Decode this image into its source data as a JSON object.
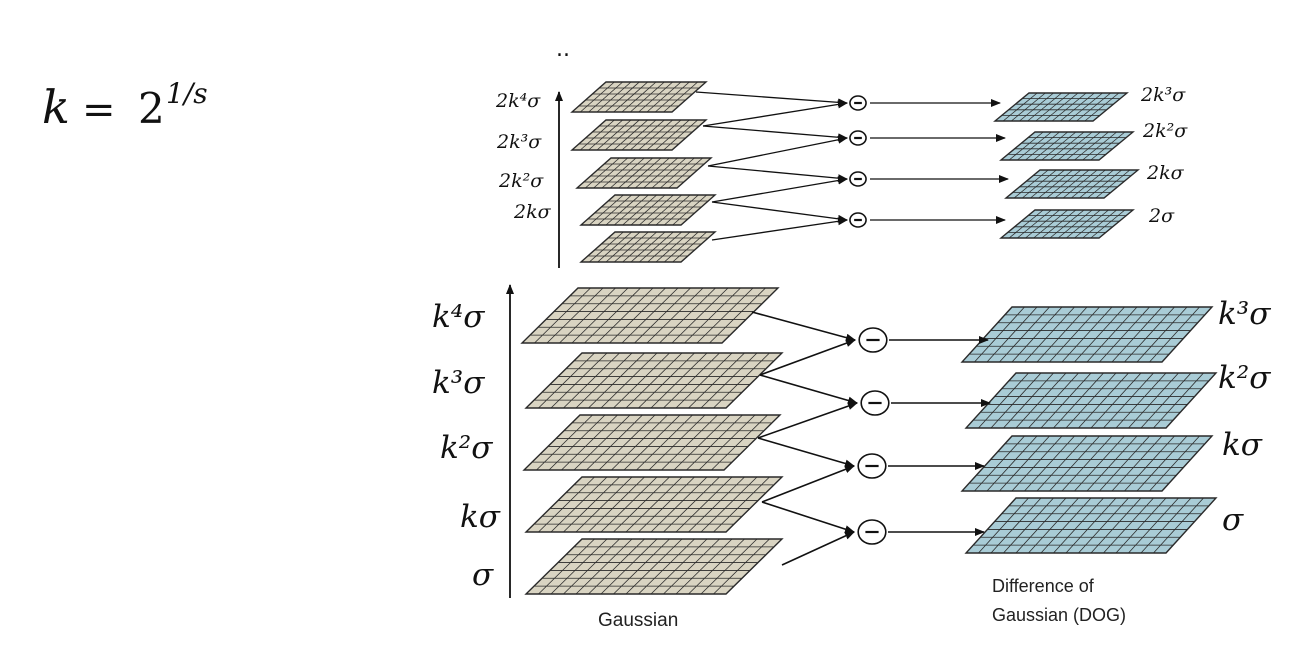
{
  "formula": {
    "lhs": "k",
    "equals": "=",
    "base": "2",
    "exponent": "1/s"
  },
  "ellipsis": "..",
  "upper_octave": {
    "gaussian_labels": [
      "2k⁴σ",
      "2k³σ",
      "2k²σ",
      "2kσ"
    ],
    "dog_labels": [
      "2k³σ",
      "2k²σ",
      "2kσ",
      "2σ"
    ]
  },
  "lower_octave": {
    "gaussian_labels": [
      "k⁴σ",
      "k³σ",
      "k²σ",
      "kσ",
      "σ"
    ],
    "dog_labels": [
      "k³σ",
      "k²σ",
      "kσ",
      "σ"
    ]
  },
  "operator_symbol": "−",
  "captions": {
    "gaussian": "Gaussian",
    "dog_line1": "Difference of",
    "dog_line2": "Gaussian (DOG)"
  },
  "colors": {
    "gaussian_fill": "#d9d4c2",
    "dog_fill": "#a9ccd6",
    "grid_line": "#2a2a2a",
    "ink": "#111111"
  },
  "icons": {
    "operator": "minus-circle-icon",
    "scale_axis": "arrow-up-icon",
    "connector": "arrow-right-icon"
  }
}
